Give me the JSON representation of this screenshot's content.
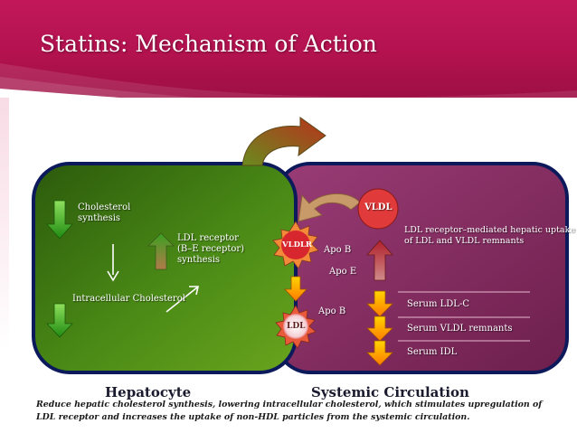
{
  "title": "Statins:  Mechanism of Action",
  "hepatocyte": {
    "cholesterol_synthesis": [
      "Cholesterol",
      "synthesis"
    ],
    "ldl_receptor_synthesis": [
      "LDL receptor",
      "(B–E receptor)",
      "synthesis"
    ],
    "intracellular_cholesterol": "Intracellular Cholesterol",
    "label": "Hepatocyte"
  },
  "systemic": {
    "vldl": "VLDL",
    "vldl_r": "VLDLR",
    "ldl": "LDL",
    "apo_b": "Apo B",
    "apo_e": "Apo E",
    "apo_b2": "Apo B",
    "uptake": [
      "LDL receptor–mediated hepatic uptake",
      "of LDL and VLDL remnants"
    ],
    "serum_ldl": "Serum LDL-C",
    "serum_vldl": "Serum VLDL remnants",
    "serum_idl": "Serum IDL",
    "label": "Systemic Circulation"
  },
  "caption": "Reduce hepatic cholesterol synthesis, lowering intracellular cholesterol, which stimulates upregulation of LDL receptor and increases the uptake of non-HDL particles from the systemic circulation.",
  "colors": {
    "header": "#b3124f",
    "hepatocyte_fill": "#3f7a12",
    "systemic_fill": "#8a2a63",
    "panel_border": "#0c1a5c",
    "arrow_green": "#3cae24",
    "arrow_orange": "#ff9a00",
    "arrow_red": "#c0392b"
  }
}
